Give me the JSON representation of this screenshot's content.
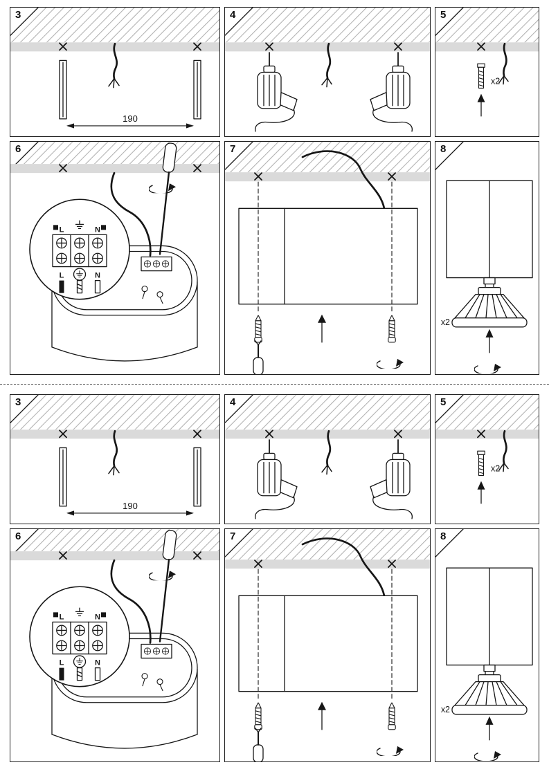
{
  "document": {
    "kind": "luminaire-mounting-instruction-leaflet",
    "copies_on_page": 2
  },
  "colors": {
    "line": "#161616",
    "ceiling_band": "#dadada",
    "background": "#ffffff"
  },
  "steps": {
    "step3": {
      "number": "3",
      "dimension_mm": "190"
    },
    "step4": {
      "number": "4"
    },
    "step5": {
      "number": "5",
      "quantity": "x2"
    },
    "step6": {
      "number": "6",
      "terminal": {
        "live": "L",
        "neutral": "N"
      }
    },
    "step7": {
      "number": "7"
    },
    "step8": {
      "number": "8",
      "quantity": "x2"
    }
  }
}
